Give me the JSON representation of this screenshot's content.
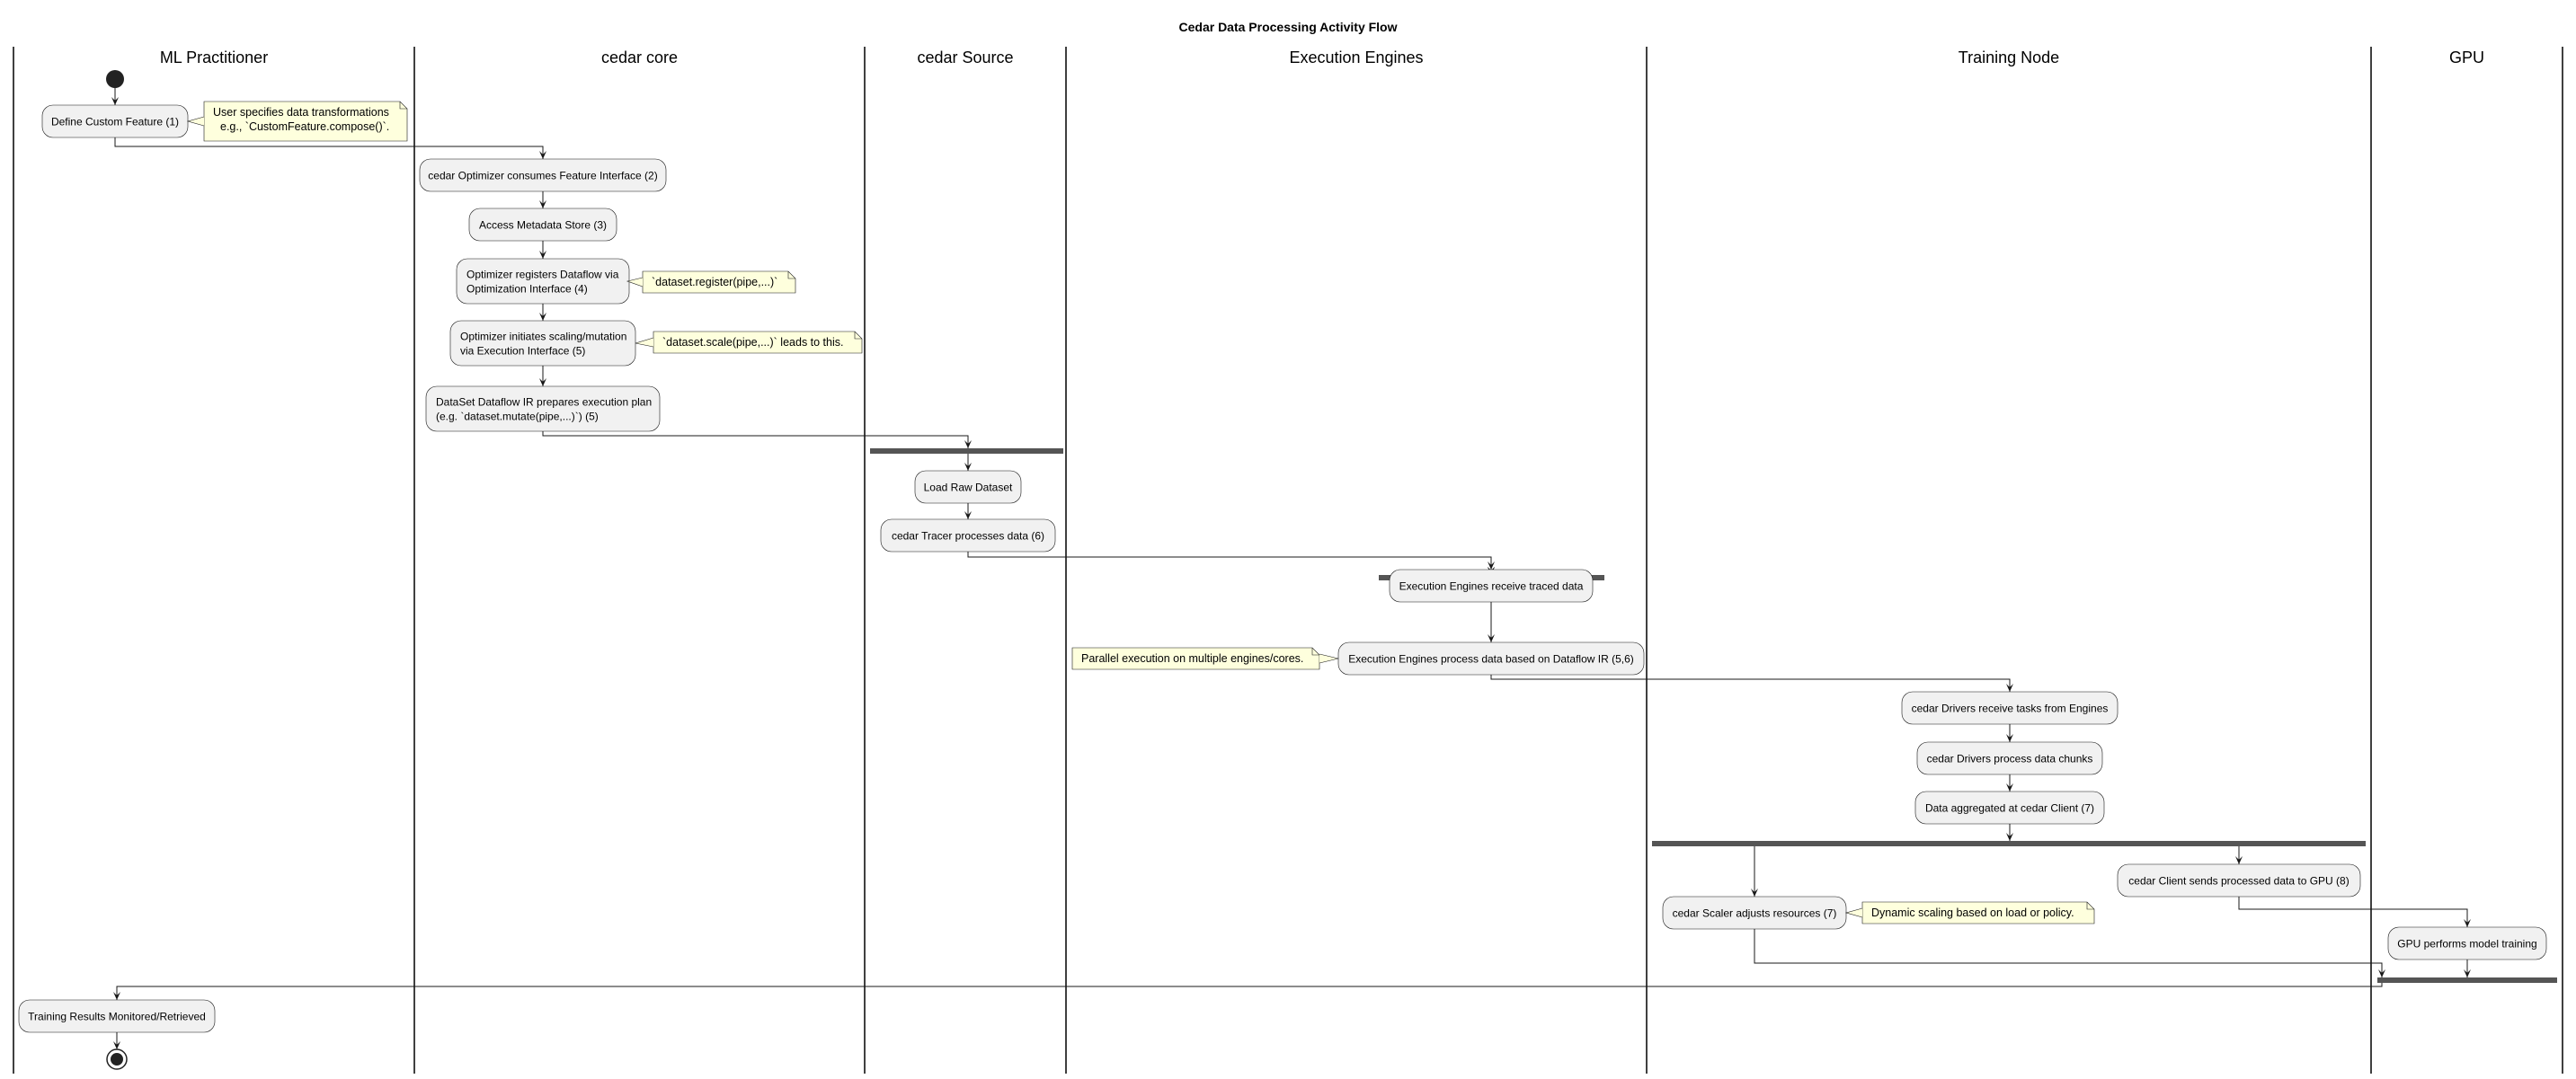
{
  "title": "Cedar Data Processing Activity Flow",
  "lanes": [
    {
      "id": "ml",
      "label": "ML Practitioner"
    },
    {
      "id": "core",
      "label": "cedar core"
    },
    {
      "id": "src",
      "label": "cedar Source"
    },
    {
      "id": "exec",
      "label": "Execution Engines"
    },
    {
      "id": "train",
      "label": "Training Node"
    },
    {
      "id": "gpu",
      "label": "GPU"
    }
  ],
  "activities": [
    {
      "id": "a1",
      "lines": [
        "Define Custom Feature (1)"
      ]
    },
    {
      "id": "a2",
      "lines": [
        "cedar Optimizer consumes Feature Interface (2)"
      ]
    },
    {
      "id": "a3",
      "lines": [
        "Access Metadata Store (3)"
      ]
    },
    {
      "id": "a4",
      "lines": [
        "Optimizer registers Dataflow via",
        "Optimization Interface (4)"
      ]
    },
    {
      "id": "a5",
      "lines": [
        "Optimizer initiates scaling/mutation",
        "via Execution Interface (5)"
      ]
    },
    {
      "id": "a6",
      "lines": [
        "DataSet Dataflow IR prepares execution plan",
        "(e.g. `dataset.mutate(pipe,...)`) (5)"
      ]
    },
    {
      "id": "a7",
      "lines": [
        "Load Raw Dataset"
      ]
    },
    {
      "id": "a8",
      "lines": [
        "cedar Tracer processes data (6)"
      ]
    },
    {
      "id": "a9",
      "lines": [
        "Execution Engines receive traced data"
      ]
    },
    {
      "id": "a10",
      "lines": [
        "Execution Engines process data based on Dataflow IR (5,6)"
      ]
    },
    {
      "id": "a11",
      "lines": [
        "cedar Drivers receive tasks from Engines"
      ]
    },
    {
      "id": "a12",
      "lines": [
        "cedar Drivers process data chunks"
      ]
    },
    {
      "id": "a13",
      "lines": [
        "Data aggregated at cedar Client (7)"
      ]
    },
    {
      "id": "a14",
      "lines": [
        "cedar Client sends processed data to GPU (8)"
      ]
    },
    {
      "id": "a15",
      "lines": [
        "cedar Scaler adjusts resources (7)"
      ]
    },
    {
      "id": "a16",
      "lines": [
        "GPU performs model training"
      ]
    },
    {
      "id": "a17",
      "lines": [
        "Training Results Monitored/Retrieved"
      ]
    }
  ],
  "notes": [
    {
      "id": "n1",
      "lines": [
        "User specifies data transformations",
        "e.g., `CustomFeature.compose()`."
      ]
    },
    {
      "id": "n2",
      "lines": [
        "`dataset.register(pipe,...)`"
      ]
    },
    {
      "id": "n3",
      "lines": [
        "`dataset.scale(pipe,...)` leads to this."
      ]
    },
    {
      "id": "n4",
      "lines": [
        "Parallel execution on multiple engines/cores."
      ]
    },
    {
      "id": "n5",
      "lines": [
        "Dynamic scaling based on load or policy."
      ]
    }
  ],
  "colors": {
    "activity_fill": "#f1f1f1",
    "activity_stroke": "#181818",
    "note_fill": "#feffdd",
    "note_stroke": "#181818",
    "line": "#181818",
    "bar": "#555555"
  }
}
